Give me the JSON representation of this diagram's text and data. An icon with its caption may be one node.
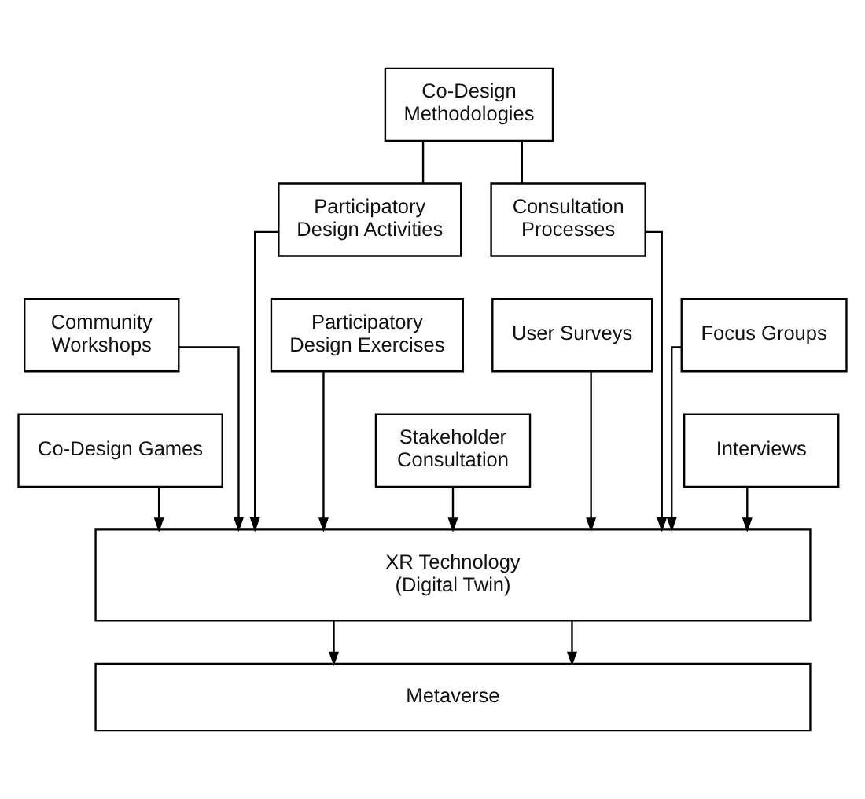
{
  "diagram": {
    "nodes": [
      {
        "text": [
          "Co-Design Methodologies"
        ]
      },
      {
        "text": [
          "Participatory Design Activities"
        ]
      },
      {
        "text": [
          "Consultation Processes"
        ]
      },
      {
        "text": [
          "Community Workshops"
        ]
      },
      {
        "text": [
          "Participatory Design Exercises"
        ]
      },
      {
        "text": [
          "Co-Design Games"
        ]
      },
      {
        "text": [
          "User Surveys"
        ]
      },
      {
        "text": [
          "Focus Groups"
        ]
      },
      {
        "text": [
          "Stakeholder Consultation"
        ]
      },
      {
        "text": [
          "Interviews"
        ]
      },
      {
        "text": [
          "XR Technology (Digital Twin)"
        ]
      },
      {
        "text": [
          "Metaverse"
        ]
      }
    ],
    "edges": [
      {
        "from": 0,
        "to": 1,
        "arrow": "none"
      },
      {
        "from": 0,
        "to": 2,
        "arrow": "none"
      },
      {
        "from": 1,
        "to": 10,
        "arrow": "to"
      },
      {
        "from": 3,
        "to": 10,
        "arrow": "to"
      },
      {
        "from": 4,
        "to": 10,
        "arrow": "to"
      },
      {
        "from": 5,
        "to": 10,
        "arrow": "to"
      },
      {
        "from": 2,
        "to": 10,
        "arrow": "to"
      },
      {
        "from": 6,
        "to": 10,
        "arrow": "to"
      },
      {
        "from": 7,
        "to": 10,
        "arrow": "to"
      },
      {
        "from": 8,
        "to": 10,
        "arrow": "to"
      },
      {
        "from": 9,
        "to": 10,
        "arrow": "to"
      },
      {
        "from": 10,
        "to": 11,
        "arrow": "to"
      },
      {
        "from": 10,
        "to": 11,
        "arrow": "to"
      }
    ]
  }
}
